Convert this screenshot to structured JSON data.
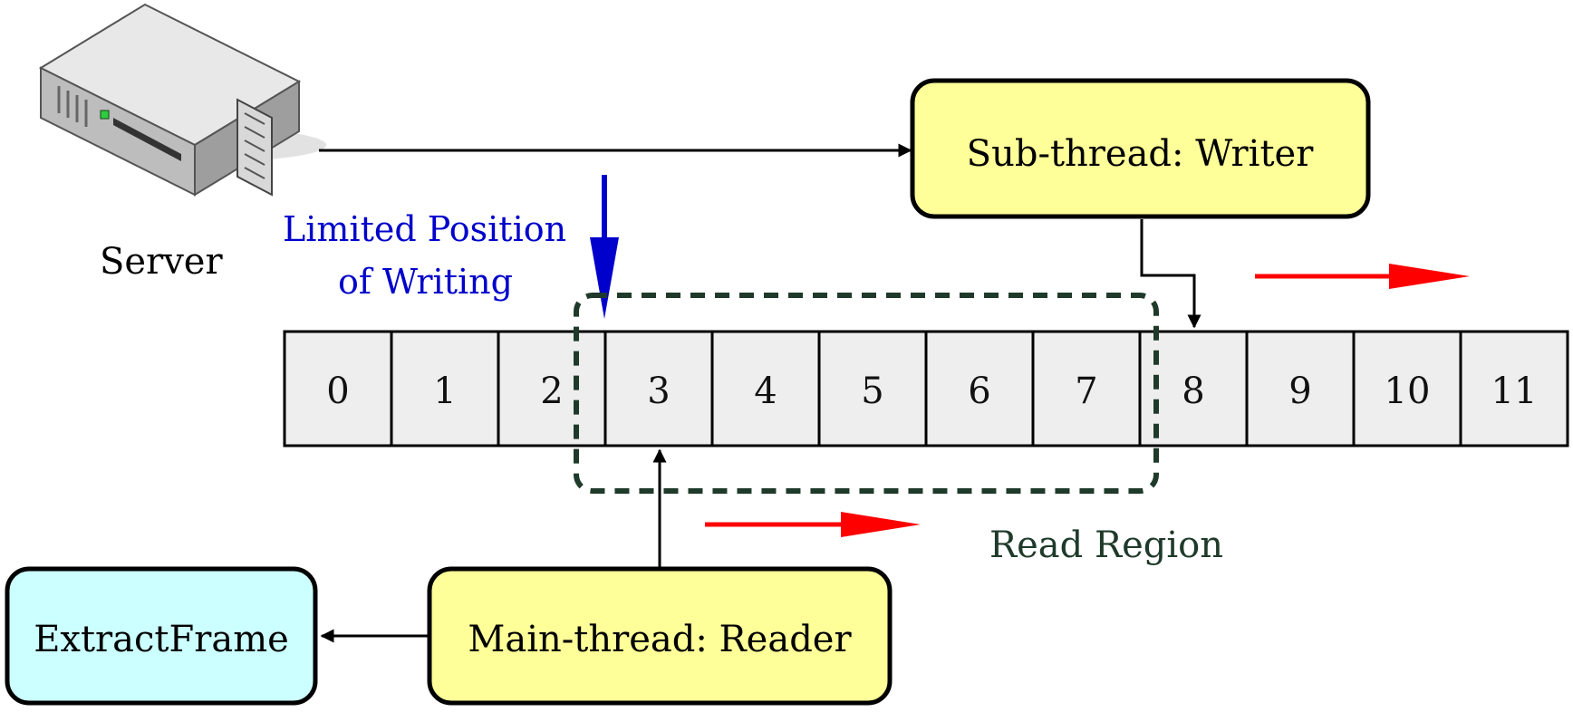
{
  "server": {
    "label": "Server",
    "icon": "server-icon"
  },
  "writer": {
    "label": "Sub-thread: Writer"
  },
  "reader": {
    "label": "Main-thread: Reader"
  },
  "extract": {
    "label": "ExtractFrame"
  },
  "limited_position": {
    "line1": "Limited Position",
    "line2": "of Writing"
  },
  "read_region": {
    "label": "Read Region"
  },
  "buffer": {
    "cells": [
      "0",
      "1",
      "2",
      "3",
      "4",
      "5",
      "6",
      "7",
      "8",
      "9",
      "10",
      "11"
    ]
  },
  "colors": {
    "process_fill": "#ffff99",
    "extract_fill": "#ccffff",
    "cell_fill": "#eeeeee",
    "limited_arrow": "#0000cc",
    "motion_arrow": "#ff0000",
    "read_region": "#1f3a2a"
  }
}
